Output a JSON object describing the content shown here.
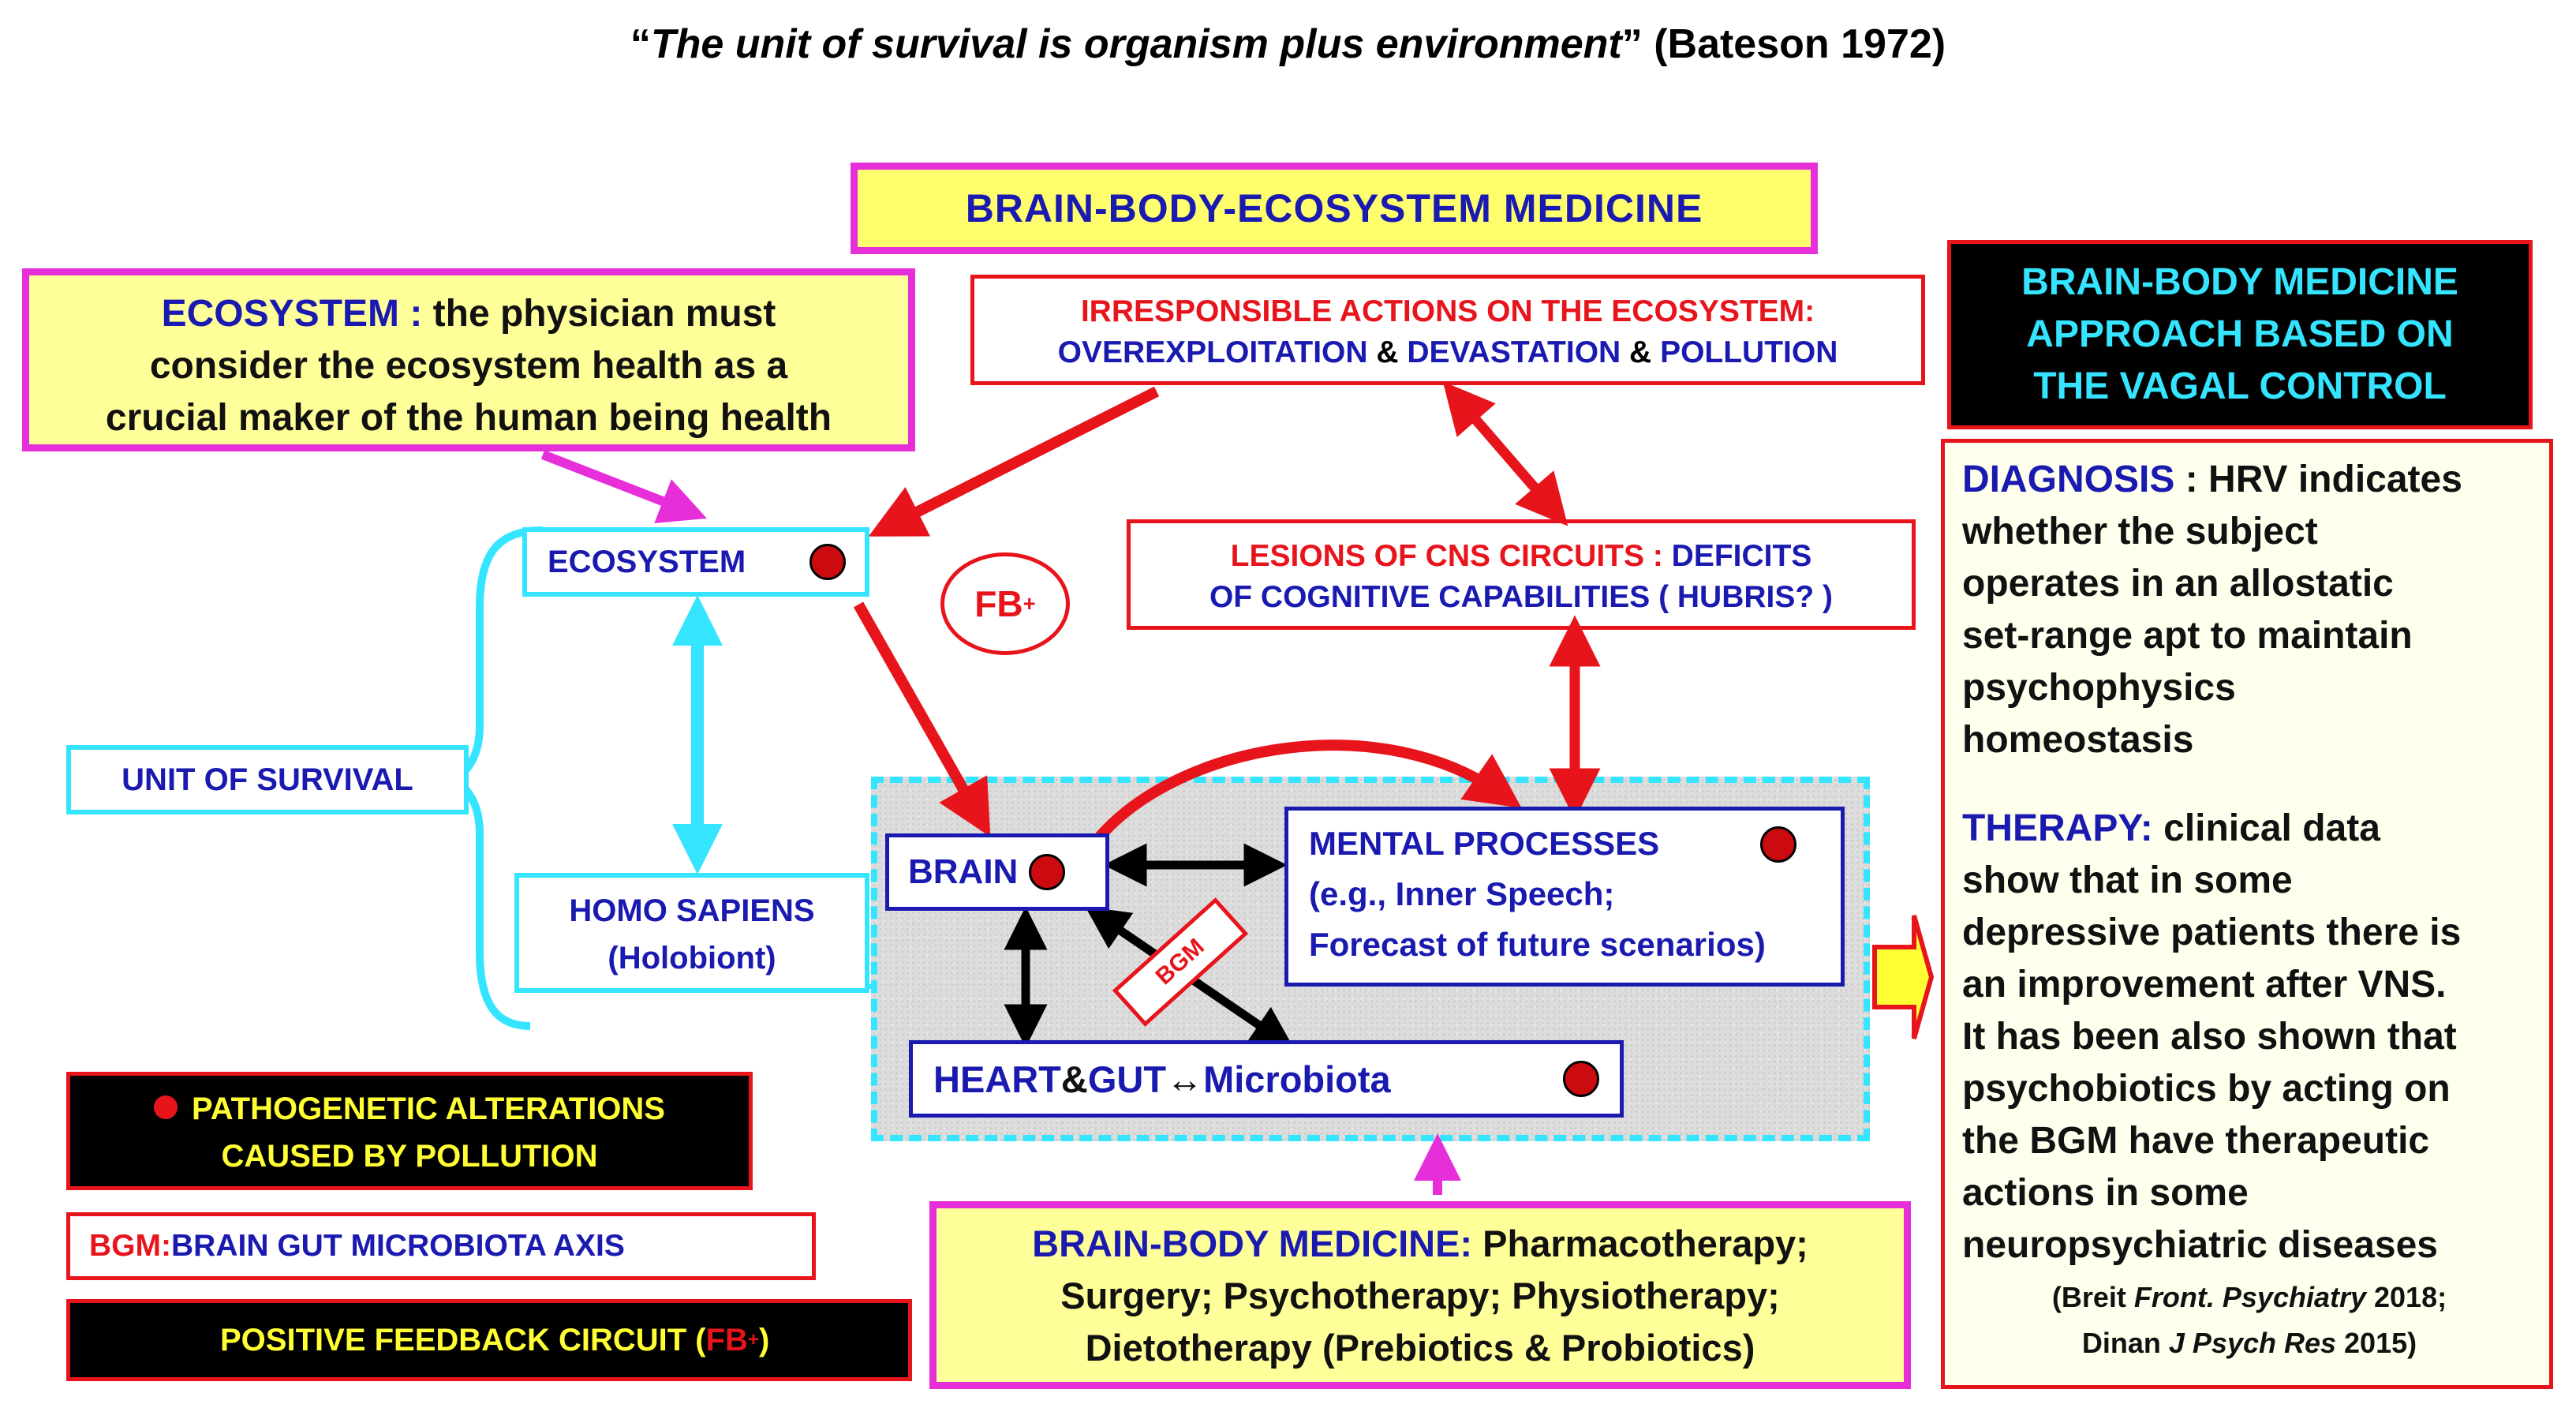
{
  "colors": {
    "magenta": "#e62fd9",
    "red": "#e8141c",
    "cyan": "#35e4ff",
    "navy": "#1a1ab0",
    "yellow_fill": "#ffff99",
    "legend_text_yellow": "#ffff33",
    "black": "#000000",
    "pathogenic_dot": "#cc0b10"
  },
  "quote": {
    "open_mark": "“",
    "text": "The unit of survival is organism plus environment",
    "close_mark": "”",
    "citation": " (Bateson 1972)"
  },
  "title": "BRAIN-BODY-ECOSYSTEM  MEDICINE",
  "ecosystem_note": {
    "heading": "ECOSYSTEM : ",
    "line1": "the physician must",
    "line2": "consider the ecosystem health as a",
    "line3": "crucial maker of the human being health"
  },
  "irresponsible": {
    "line1": "IRRESPONSIBLE  ACTIONS  ON  THE ECOSYSTEM:",
    "part1": "OVEREXPLOITATION",
    "amp1": " & ",
    "part2": "DEVASTATION",
    "amp2": "  & ",
    "part3": "POLLUTION"
  },
  "lesions": {
    "red_part": "LESIONS  OF  CNS  CIRCUITS : ",
    "blue_part1": "DEFICITS",
    "line2": "OF COGNITIVE CAPABILITIES ( HUBRIS? )"
  },
  "vagal_header": {
    "line1": "BRAIN-BODY MEDICINE",
    "line2": "APPROACH BASED ON",
    "line3": "THE VAGAL CONTROL"
  },
  "diagnosis": {
    "heading": "DIAGNOSIS",
    "lines": [
      " : HRV indicates",
      "whether the subject",
      "operates in an allostatic",
      "set-range apt to maintain",
      "psychophysics",
      "homeostasis"
    ]
  },
  "therapy": {
    "heading": "THERAPY:",
    "lines": [
      " clinical data",
      "show that in some",
      "depressive patients there is",
      "an improvement after VNS.",
      "It has been also shown that",
      "psychobiotics by acting on",
      "the BGM have therapeutic",
      "actions in some",
      "neuropsychiatric diseases"
    ],
    "ref1_author": "(Breit ",
    "ref1_journal": "Front. Psychiatry",
    "ref1_year": " 2018;",
    "ref2_author": "Dinan ",
    "ref2_journal": "J Psych Res",
    "ref2_year": " 2015)"
  },
  "nodes": {
    "ecosystem": "ECOSYSTEM",
    "unit_of_survival": "UNIT OF SURVIVAL",
    "homo_line1": "HOMO SAPIENS",
    "homo_line2": "(Holobiont)",
    "brain": "BRAIN",
    "mental_line1": "MENTAL PROCESSES",
    "mental_line2": "(e.g., Inner Speech;",
    "mental_line3": "Forecast of future scenarios)",
    "heart": "HEART",
    "heart_amp": " & ",
    "gut": "GUT",
    "gut_arrow": "↔",
    "microbiota": " Microbiota",
    "bgm": "BGM",
    "fb": "FB",
    "fb_sup": "+"
  },
  "legend": {
    "pathogenetic_line1": "PATHOGENETIC ALTERATIONS",
    "pathogenetic_line2": "CAUSED BY POLLUTION",
    "bgm_abbr": "BGM: ",
    "bgm_full": "BRAIN GUT MICROBIOTA AXIS",
    "feedback_text": "POSITIVE  FEEDBACK CIRCUIT (",
    "feedback_fb": "FB",
    "feedback_sup": "+",
    "feedback_close": ")"
  },
  "brain_body_medicine": {
    "heading": "BRAIN-BODY  MEDICINE:",
    "line1_rest": " Pharmacotherapy;",
    "line2": "Surgery; Psychotherapy; Physiotherapy;",
    "line3": "Dietotherapy (Prebiotics & Probiotics)"
  }
}
